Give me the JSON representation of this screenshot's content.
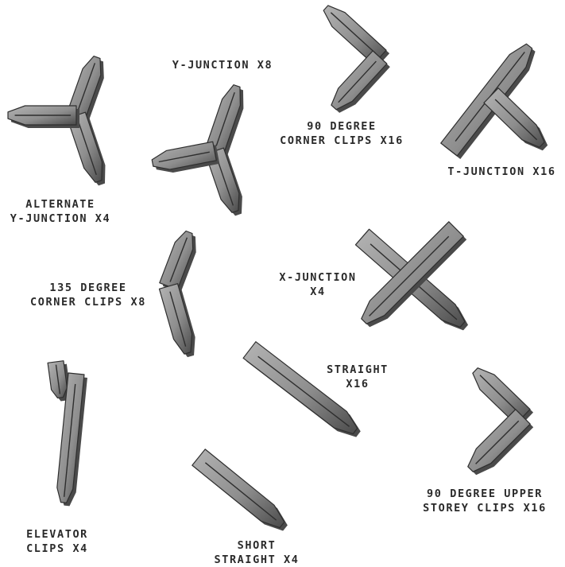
{
  "colors": {
    "piece_face": "#8e8e8e",
    "piece_light": "#b4b4b4",
    "piece_dark": "#4a4a4a",
    "piece_outline": "#2e2e2e",
    "label_text": "#2a2a2a"
  },
  "parts": [
    {
      "id": "y-junction",
      "lines": [
        "Y-JUNCTION X8"
      ]
    },
    {
      "id": "alternate-y-junction",
      "lines": [
        "ALTERNATE",
        "Y-JUNCTION X4"
      ]
    },
    {
      "id": "90-degree-corner-clips",
      "lines": [
        "90 DEGREE",
        "CORNER CLIPS X16"
      ]
    },
    {
      "id": "t-junction",
      "lines": [
        "T-JUNCTION X16"
      ]
    },
    {
      "id": "135-degree-corner-clips",
      "lines": [
        "135 DEGREE",
        "CORNER CLIPS X8"
      ]
    },
    {
      "id": "x-junction",
      "lines": [
        "X-JUNCTION",
        "X4"
      ]
    },
    {
      "id": "straight",
      "lines": [
        "STRAIGHT",
        "X16"
      ]
    },
    {
      "id": "elevator-clips",
      "lines": [
        "ELEVATOR",
        "CLIPS X4"
      ]
    },
    {
      "id": "short-straight",
      "lines": [
        "SHORT",
        "STRAIGHT X4"
      ]
    },
    {
      "id": "90-degree-upper-storey-clips",
      "lines": [
        "90 DEGREE UPPER",
        "STOREY CLIPS X16"
      ]
    }
  ]
}
